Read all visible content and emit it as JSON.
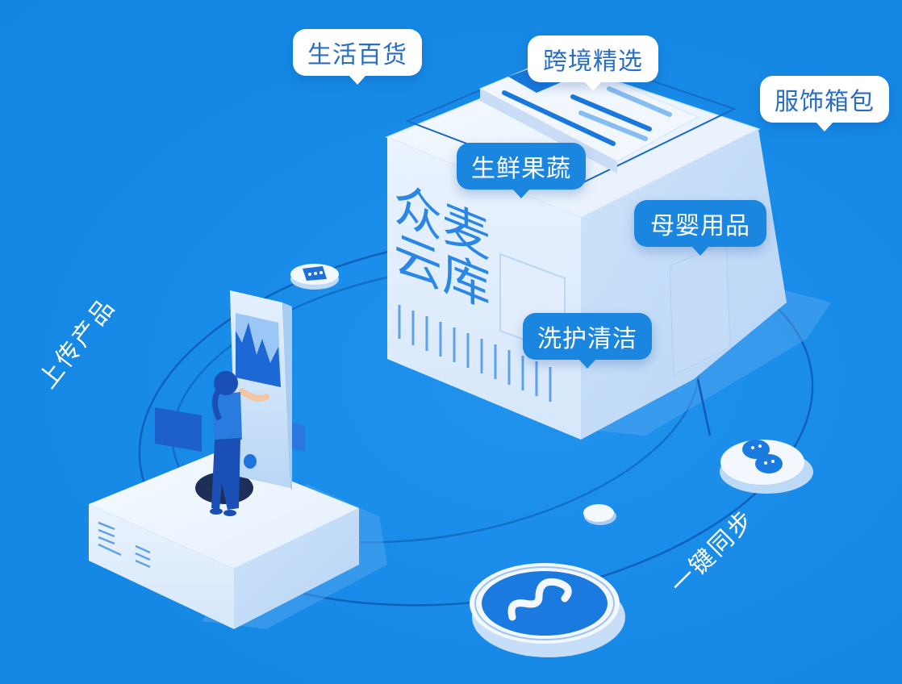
{
  "illustration": {
    "brand_text_line1": "众麦",
    "brand_text_line2": "云库",
    "colors": {
      "background": "#1a8ce8",
      "box_light": "#eef5fd",
      "box_mid": "#cfe3f9",
      "accent_blue": "#1a86e0",
      "dark_blue": "#1456b8",
      "bubble_text": "#2a6ec4"
    }
  },
  "bubbles": {
    "daily_goods": "生活百货",
    "cross_border": "跨境精选",
    "apparel_bags": "服饰箱包",
    "fresh_produce": "生鲜果蔬",
    "mother_baby": "母婴用品",
    "wash_care": "洗护清洁"
  },
  "labels": {
    "upload_products": "上传产品",
    "one_click_sync": "一键同步"
  },
  "icons": {
    "chat_bubble_coin": "message-dots-icon",
    "wechat_coin": "wechat-icon",
    "mini_program_coin": "mini-program-icon",
    "small_disc": "dot-icon"
  }
}
